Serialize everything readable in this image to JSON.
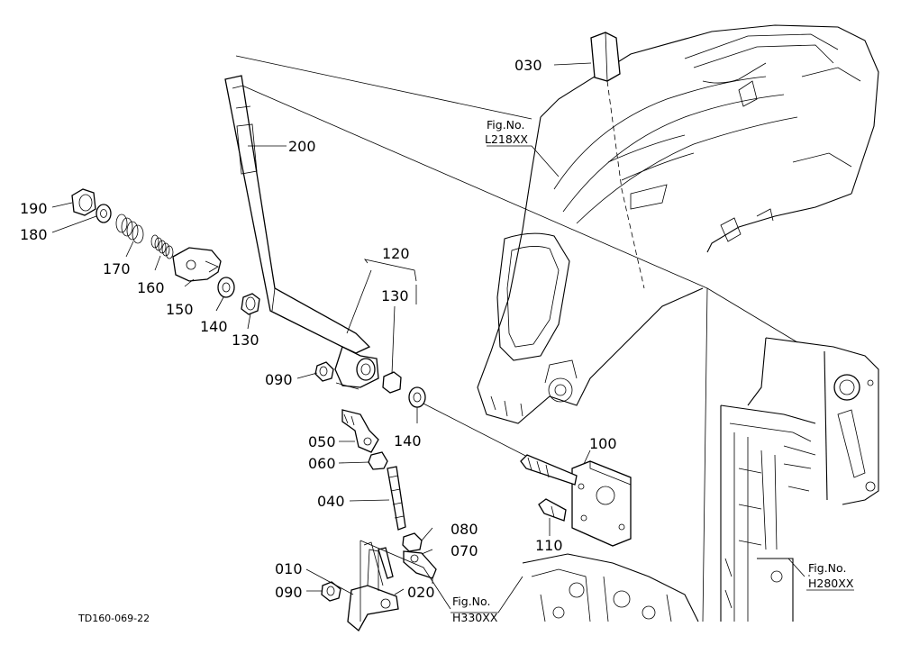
{
  "callouts": [
    {
      "id": "030",
      "text": "030"
    },
    {
      "id": "200",
      "text": "200"
    },
    {
      "id": "190",
      "text": "190"
    },
    {
      "id": "180",
      "text": "180"
    },
    {
      "id": "170",
      "text": "170"
    },
    {
      "id": "160",
      "text": "160"
    },
    {
      "id": "150",
      "text": "150"
    },
    {
      "id": "140a",
      "text": "140"
    },
    {
      "id": "130a",
      "text": "130"
    },
    {
      "id": "120",
      "text": "120"
    },
    {
      "id": "130b",
      "text": "130"
    },
    {
      "id": "090a",
      "text": "090"
    },
    {
      "id": "140b",
      "text": "140"
    },
    {
      "id": "050",
      "text": "050"
    },
    {
      "id": "060",
      "text": "060"
    },
    {
      "id": "040",
      "text": "040"
    },
    {
      "id": "100",
      "text": "100"
    },
    {
      "id": "110",
      "text": "110"
    },
    {
      "id": "080",
      "text": "080"
    },
    {
      "id": "070",
      "text": "070"
    },
    {
      "id": "010",
      "text": "010"
    },
    {
      "id": "020",
      "text": "020"
    },
    {
      "id": "090b",
      "text": "090"
    }
  ],
  "figure_refs": [
    {
      "line1": "Fig.No.",
      "line2": "L218XX"
    },
    {
      "line1": "Fig.No.",
      "line2": "H280XX"
    },
    {
      "line1": "Fig.No.",
      "line2": "H330XX"
    }
  ],
  "drawing_code": "TD160-069-22"
}
